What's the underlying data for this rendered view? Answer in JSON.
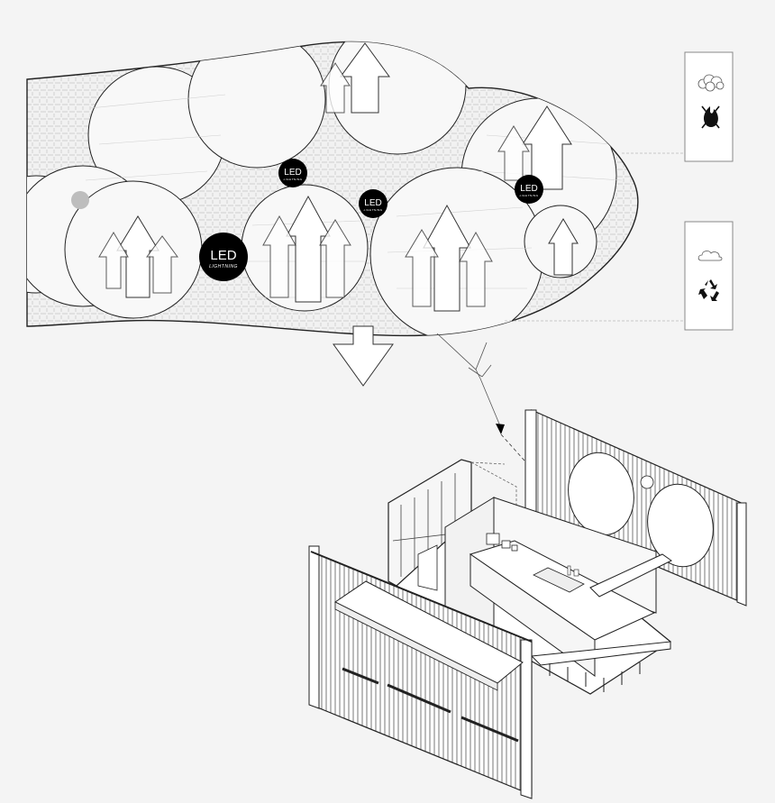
{
  "led_labels": [
    {
      "main": "LED",
      "sub": "LIGHTNING"
    },
    {
      "main": "LED",
      "sub": "LIGHTNING"
    },
    {
      "main": "LED",
      "sub": "LIGHTNING"
    },
    {
      "main": "LED",
      "sub": "LIGHTNING"
    }
  ],
  "legend": {
    "top_panel": {
      "icons": [
        "cloud-cluster-icon",
        "no-fire-icon"
      ]
    },
    "bottom_panel": {
      "icons": [
        "cloud-icon",
        "recycle-icon"
      ]
    }
  },
  "colors": {
    "background": "#f4f4f4",
    "line": "#222222",
    "led_fill": "#000000",
    "leader_line": "#bbbbbb"
  }
}
